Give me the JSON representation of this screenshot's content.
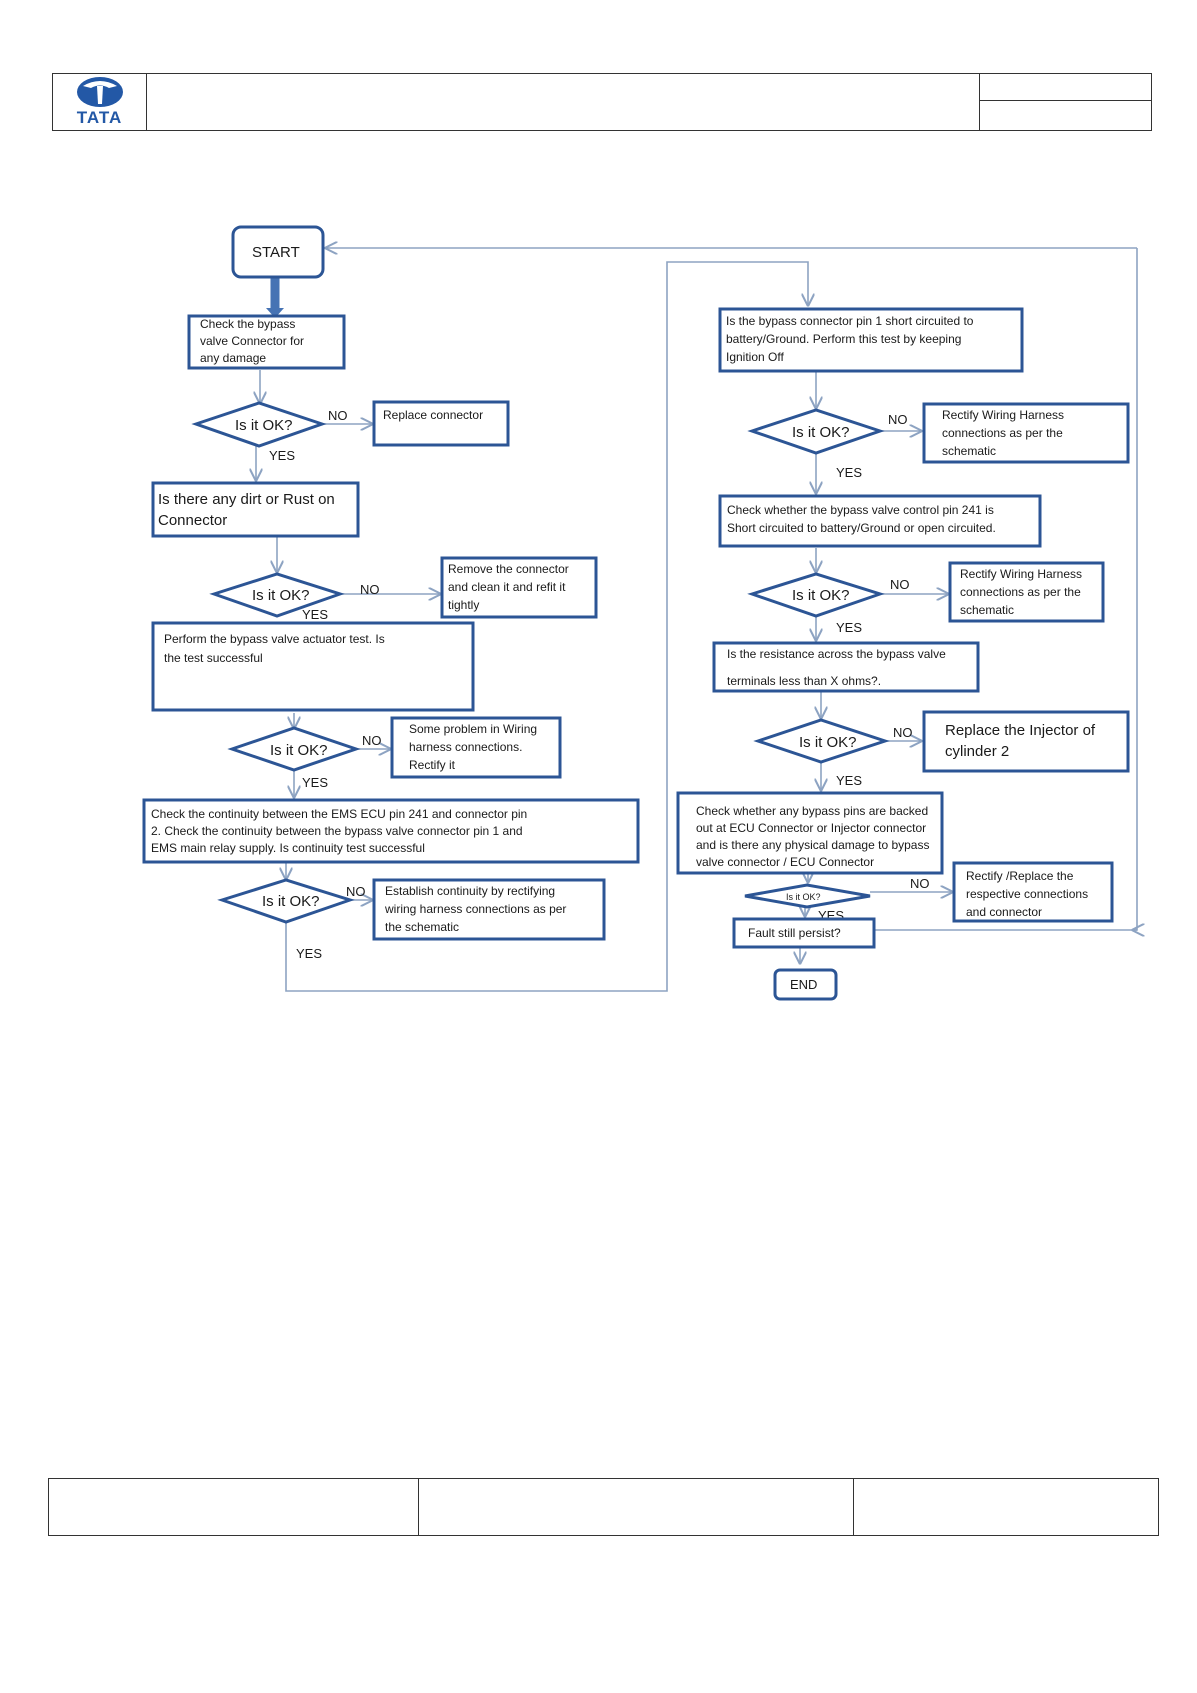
{
  "header": {
    "brand": "TATA"
  },
  "flow": {
    "start": "START",
    "end": "END",
    "yes": "YES",
    "no": "NO",
    "d_left1": "Is it OK?",
    "d_left2": "Is it OK?",
    "d_left3": "Is it OK?",
    "d_left4": "Is it OK?",
    "d_right1": "Is it OK?",
    "d_right2": "Is it OK?",
    "d_right3": "Is it OK?",
    "d_right4": "Is it OK?",
    "check_connector": [
      "Check the bypass",
      "valve Connector for",
      "any damage"
    ],
    "replace_connector": "Replace connector",
    "dirt_rust": [
      "Is there any dirt or Rust on",
      "Connector"
    ],
    "remove_clean": [
      "Remove the connector",
      "and clean it and refit it",
      "tightly"
    ],
    "actuator_test": [
      "Perform the bypass valve actuator test. Is",
      "the test successful"
    ],
    "wiring_problem": [
      "Some problem in Wiring",
      "harness connections.",
      "Rectify it"
    ],
    "continuity_check": [
      "Check the continuity between the EMS ECU pin 241 and connector pin",
      "2. Check the continuity between the bypass valve connector pin 1 and",
      "EMS main relay supply. Is continuity test successful"
    ],
    "establish_continuity": [
      "Establish continuity by rectifying",
      "wiring harness connections as per",
      "the schematic"
    ],
    "pin1_short": [
      "Is the bypass connector pin 1 short circuited to",
      "battery/Ground. Perform this test by keeping",
      "Ignition Off"
    ],
    "rectify_wiring1": [
      "Rectify Wiring Harness",
      "connections as per the",
      "schematic"
    ],
    "pin241_check": [
      "Check whether the bypass valve control pin 241 is",
      "Short circuited to battery/Ground or open circuited."
    ],
    "rectify_wiring2": [
      "Rectify Wiring Harness",
      "connections as per the",
      "schematic"
    ],
    "resistance_check": [
      "Is the resistance across the bypass valve",
      "terminals less than X ohms?."
    ],
    "replace_injector": [
      "Replace the Injector of",
      "cylinder 2"
    ],
    "backed_out": [
      "Check whether any bypass pins are backed",
      "out at ECU Connector or Injector connector",
      "and is there any physical damage to bypass",
      "valve connector / ECU Connector"
    ],
    "rectify_replace": [
      "Rectify /Replace the",
      "respective connections",
      "and connector"
    ],
    "fault_persist": "Fault still persist?"
  }
}
